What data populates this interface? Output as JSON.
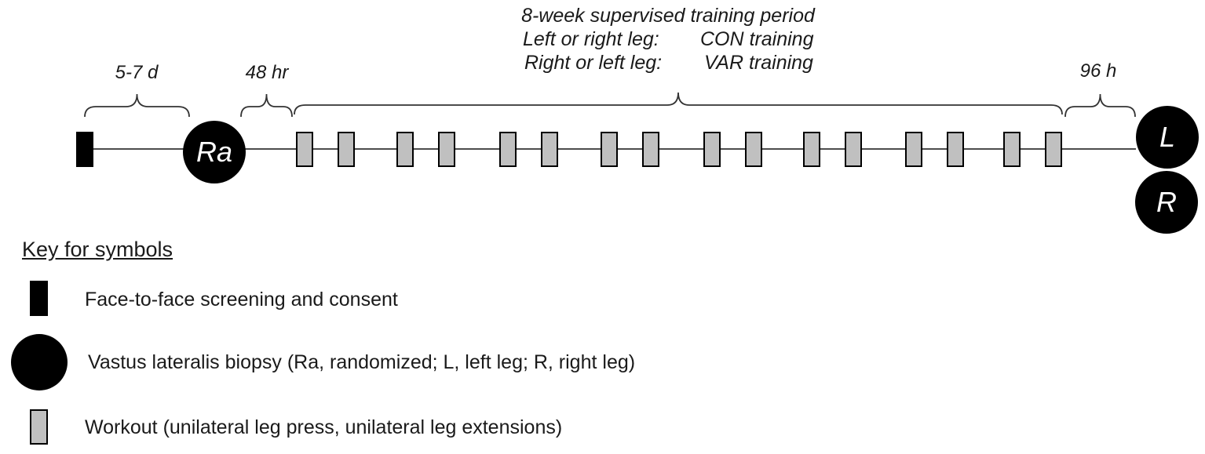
{
  "title_block": {
    "line1": "8-week supervised training period",
    "line2_left": "Left or right leg:",
    "line2_right": "CON training",
    "line3_left": "Right or left leg:",
    "line3_right": "VAR training"
  },
  "intervals": {
    "screening_to_biopsy": "5-7 d",
    "biopsy_to_training": "48 hr",
    "training_to_biopsy": "96 h"
  },
  "timeline": {
    "biopsy_start_label": "Ra",
    "biopsy_end_left_leg_label": "L",
    "biopsy_end_right_leg_label": "R",
    "weeks": 8,
    "workouts_per_week": 2
  },
  "key": {
    "title": "Key for symbols",
    "items": [
      {
        "symbol": "black-rectangle",
        "label": "Face-to-face screening and consent"
      },
      {
        "symbol": "black-circle",
        "label": "Vastus lateralis biopsy (Ra, randomized; L, left leg; R, right leg)"
      },
      {
        "symbol": "gray-rectangle",
        "label": "Workout (unilateral leg press, unilateral leg extensions)"
      }
    ]
  },
  "colors": {
    "workout_fill": "#c0c0c0",
    "marker_black": "#000000",
    "timeline_line": "#4d4d4d",
    "brace_stroke": "#333333",
    "text": "#1a1a1a"
  }
}
